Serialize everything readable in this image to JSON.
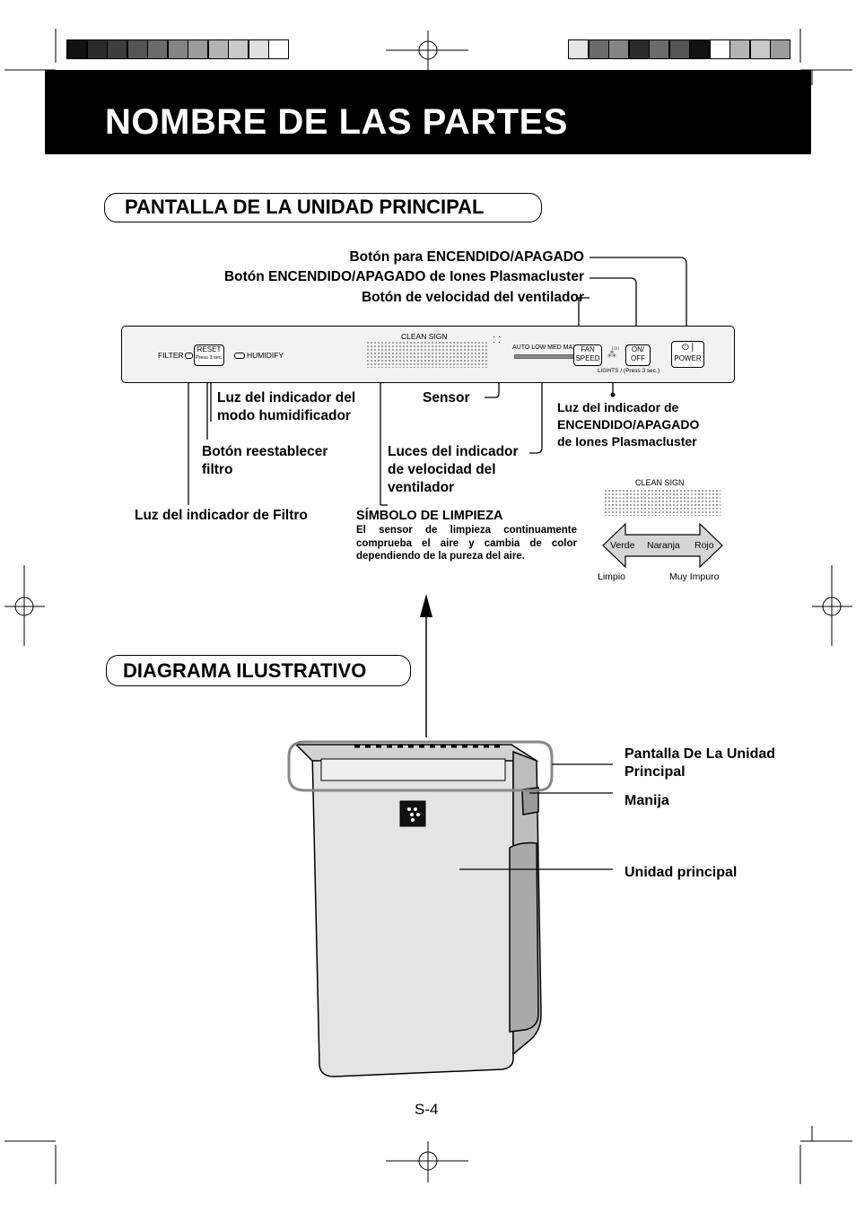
{
  "color_bars": {
    "left": [
      "#111111",
      "#2b2b2b",
      "#3d3d3d",
      "#545454",
      "#6b6b6b",
      "#858585",
      "#9b9b9b",
      "#b3b3b3",
      "#c9c9c9",
      "#e0e0e0",
      "#ffffff"
    ],
    "right": [
      "#e6e6e6",
      "#6b6b6b",
      "#858585",
      "#2b2b2b",
      "#6b6b6b",
      "#545454",
      "#111111",
      "#ffffff",
      "#b3b3b3",
      "#c9c9c9",
      "#9b9b9b"
    ]
  },
  "page": {
    "title": "NOMBRE DE LAS PARTES",
    "page_number": "S-4"
  },
  "section_display": {
    "heading": "PANTALLA DE LA UNIDAD PRINCIPAL",
    "labels": {
      "power_button": "Botón para ENCENDIDO/APAGADO",
      "ion_button": "Botón ENCENDIDO/APAGADO de Iones Plasmacluster",
      "fan_button": "Botón de velocidad del ventilador",
      "humidify_light_1": "Luz del indicador del",
      "humidify_light_2": "modo humidificador",
      "sensor": "Sensor",
      "ion_light_1": "Luz del indicador de",
      "ion_light_2": "ENCENDIDO/APAGADO",
      "ion_light_3": "de Iones Plasmacluster",
      "reset_button_1": "Botón reestablecer",
      "reset_button_2": "filtro",
      "fan_lights_1": "Luces del indicador",
      "fan_lights_2": "de velocidad del",
      "fan_lights_3": "ventilador",
      "filter_light": "Luz del indicador de Filtro",
      "clean_symbol_title": "SÍMBOLO DE LIMPIEZA",
      "clean_symbol_desc": "El sensor de limpieza continuamente comprueba el aire y cambia de color dependiendo de la pureza del aire."
    },
    "panel": {
      "filter": "FILTER",
      "reset": "RESET",
      "reset_sub": "Press 3 sec.",
      "humidify": "HUMIDIFY",
      "clean_sign": "CLEAN  SIGN",
      "speeds": "AUTO  LOW  MED  MAX",
      "fan_1": "FAN",
      "fan_2": "SPEED",
      "ion_label": "ion",
      "on_1": "ON/",
      "on_2": "OFF",
      "power_symbol": "⏻ |",
      "power": "POWER",
      "lights": "LIGHTS",
      "lights_tail": "/ (Press 3 sec.)"
    },
    "clean_scale": {
      "heading": "CLEAN SIGN",
      "verde": "Verde",
      "naranja": "Naranja",
      "rojo": "Rojo",
      "limpio": "Limpio",
      "muy_impuro": "Muy Impuro"
    }
  },
  "section_diagram": {
    "heading": "DIAGRAMA ILUSTRATIVO",
    "labels": {
      "display_1": "Pantalla De La Unidad",
      "display_2": "Principal",
      "handle": "Manija",
      "main_unit": "Unidad principal"
    }
  }
}
